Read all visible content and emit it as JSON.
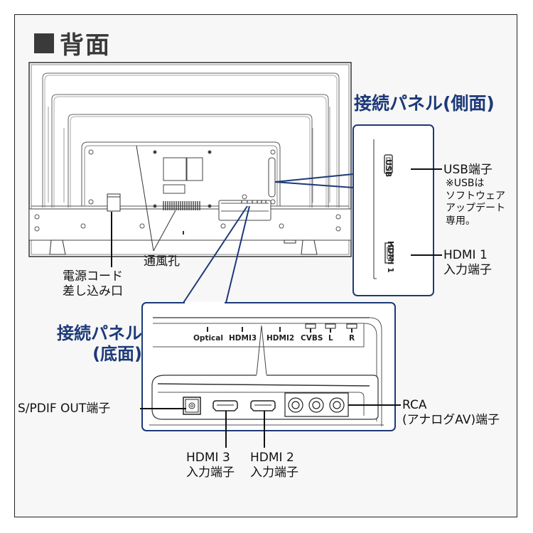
{
  "title": "背面",
  "title_marker": "square-bullet",
  "colors": {
    "accent_blue": "#1d3a78",
    "title_gray": "#3a3a3a",
    "line_black": "#111111",
    "background": "#f7f7f7"
  },
  "rear_view": {
    "callouts": {
      "power": [
        "電源コード",
        "差し込み口"
      ],
      "vents": "通風孔"
    }
  },
  "side_panel": {
    "heading": "接続パネル(側面)",
    "ports": [
      {
        "id": "usb",
        "printed": "USB",
        "label": "USB端子",
        "note": [
          "※USBは",
          "ソフトウェア",
          "アップデート",
          "専用。"
        ]
      },
      {
        "id": "hdmi1",
        "printed": "HDMI 1",
        "label": [
          "HDMI 1",
          "入力端子"
        ]
      }
    ]
  },
  "bottom_panel": {
    "heading": [
      "接続パネル",
      "(底面)"
    ],
    "printed_labels": [
      "Optical",
      "HDMI3",
      "HDMI2",
      "CVBS",
      "L",
      "R"
    ],
    "callouts": {
      "spdif": "S/PDIF OUT端子",
      "hdmi3": [
        "HDMI 3",
        "入力端子"
      ],
      "hdmi2": [
        "HDMI 2",
        "入力端子"
      ],
      "rca": [
        "RCA",
        "(アナログAV)端子"
      ]
    }
  }
}
